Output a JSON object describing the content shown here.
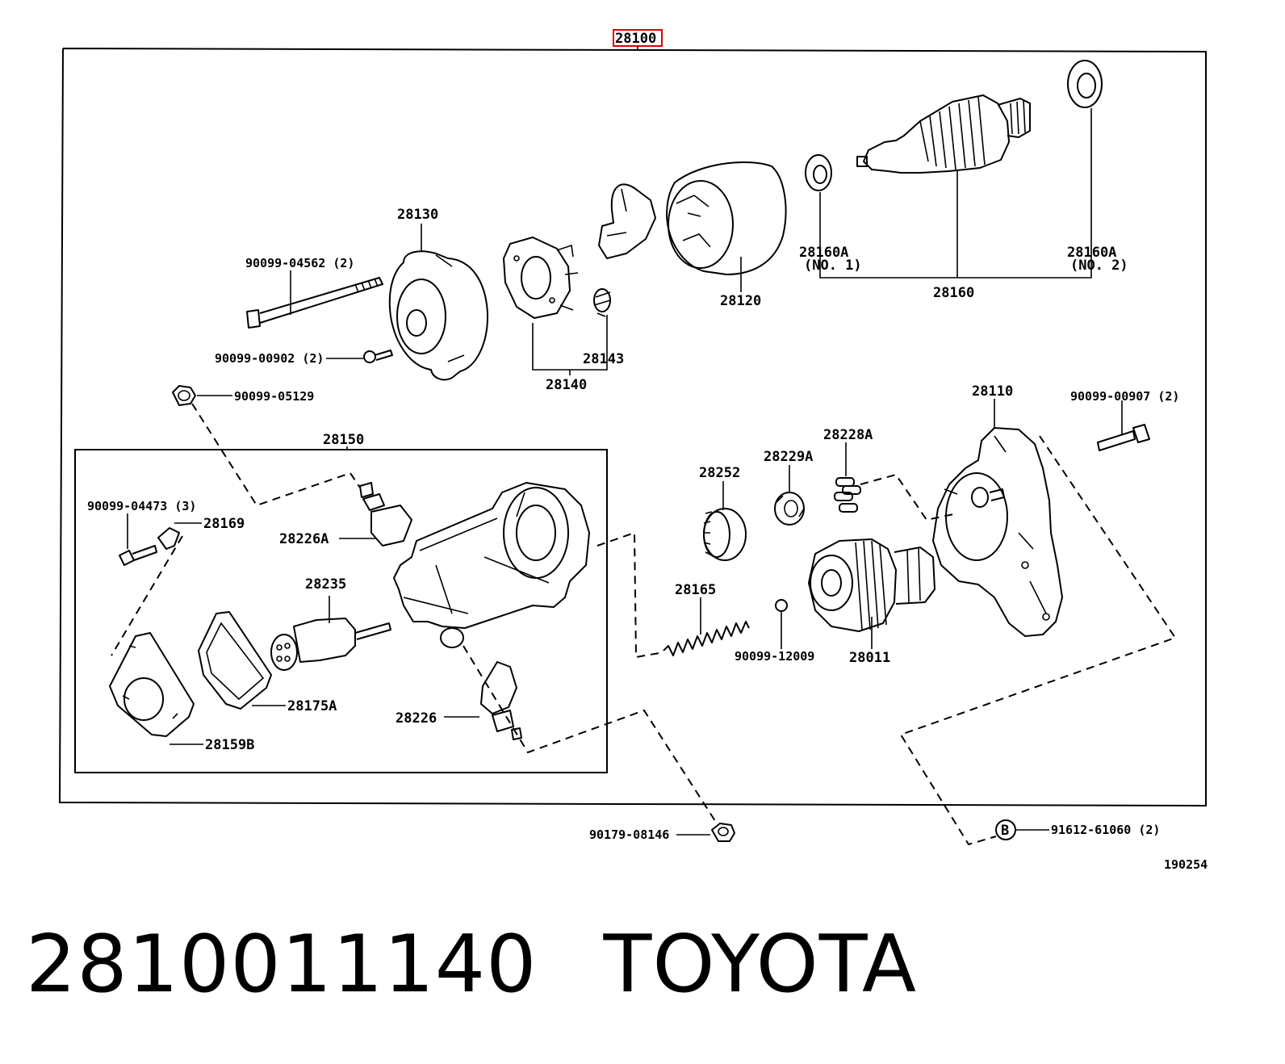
{
  "diagram": {
    "assembly_label": "28100",
    "highlight_color": "#e00000",
    "ref_number": "190254",
    "labels": {
      "p28130": "28130",
      "p90099_04562": "90099-04562 (2)",
      "p90099_00902": "90099-00902 (2)",
      "p90099_05129": "90099-05129",
      "p28140": "28140",
      "p28143": "28143",
      "p28120": "28120",
      "p28160a_1": "28160A",
      "p28160a_1_note": "(NO. 1)",
      "p28160a_2": "28160A",
      "p28160a_2_note": "(NO. 2)",
      "p28160": "28160",
      "p28150": "28150",
      "p90099_04473": "90099-04473 (3)",
      "p28169": "28169",
      "p28226a": "28226A",
      "p28235": "28235",
      "p28175a": "28175A",
      "p28159b": "28159B",
      "p28226": "28226",
      "p28252": "28252",
      "p28229a": "28229A",
      "p28228a": "28228A",
      "p28165": "28165",
      "p90099_12009": "90099-12009",
      "p28011": "28011",
      "p28110": "28110",
      "p90099_00907": "90099-00907 (2)",
      "p90179_08146": "90179-08146",
      "p91612_61060": "91612-61060 (2)",
      "bolt_marker": "B"
    }
  },
  "caption": {
    "part_number": "2810011140",
    "brand": "TOYOTA"
  }
}
